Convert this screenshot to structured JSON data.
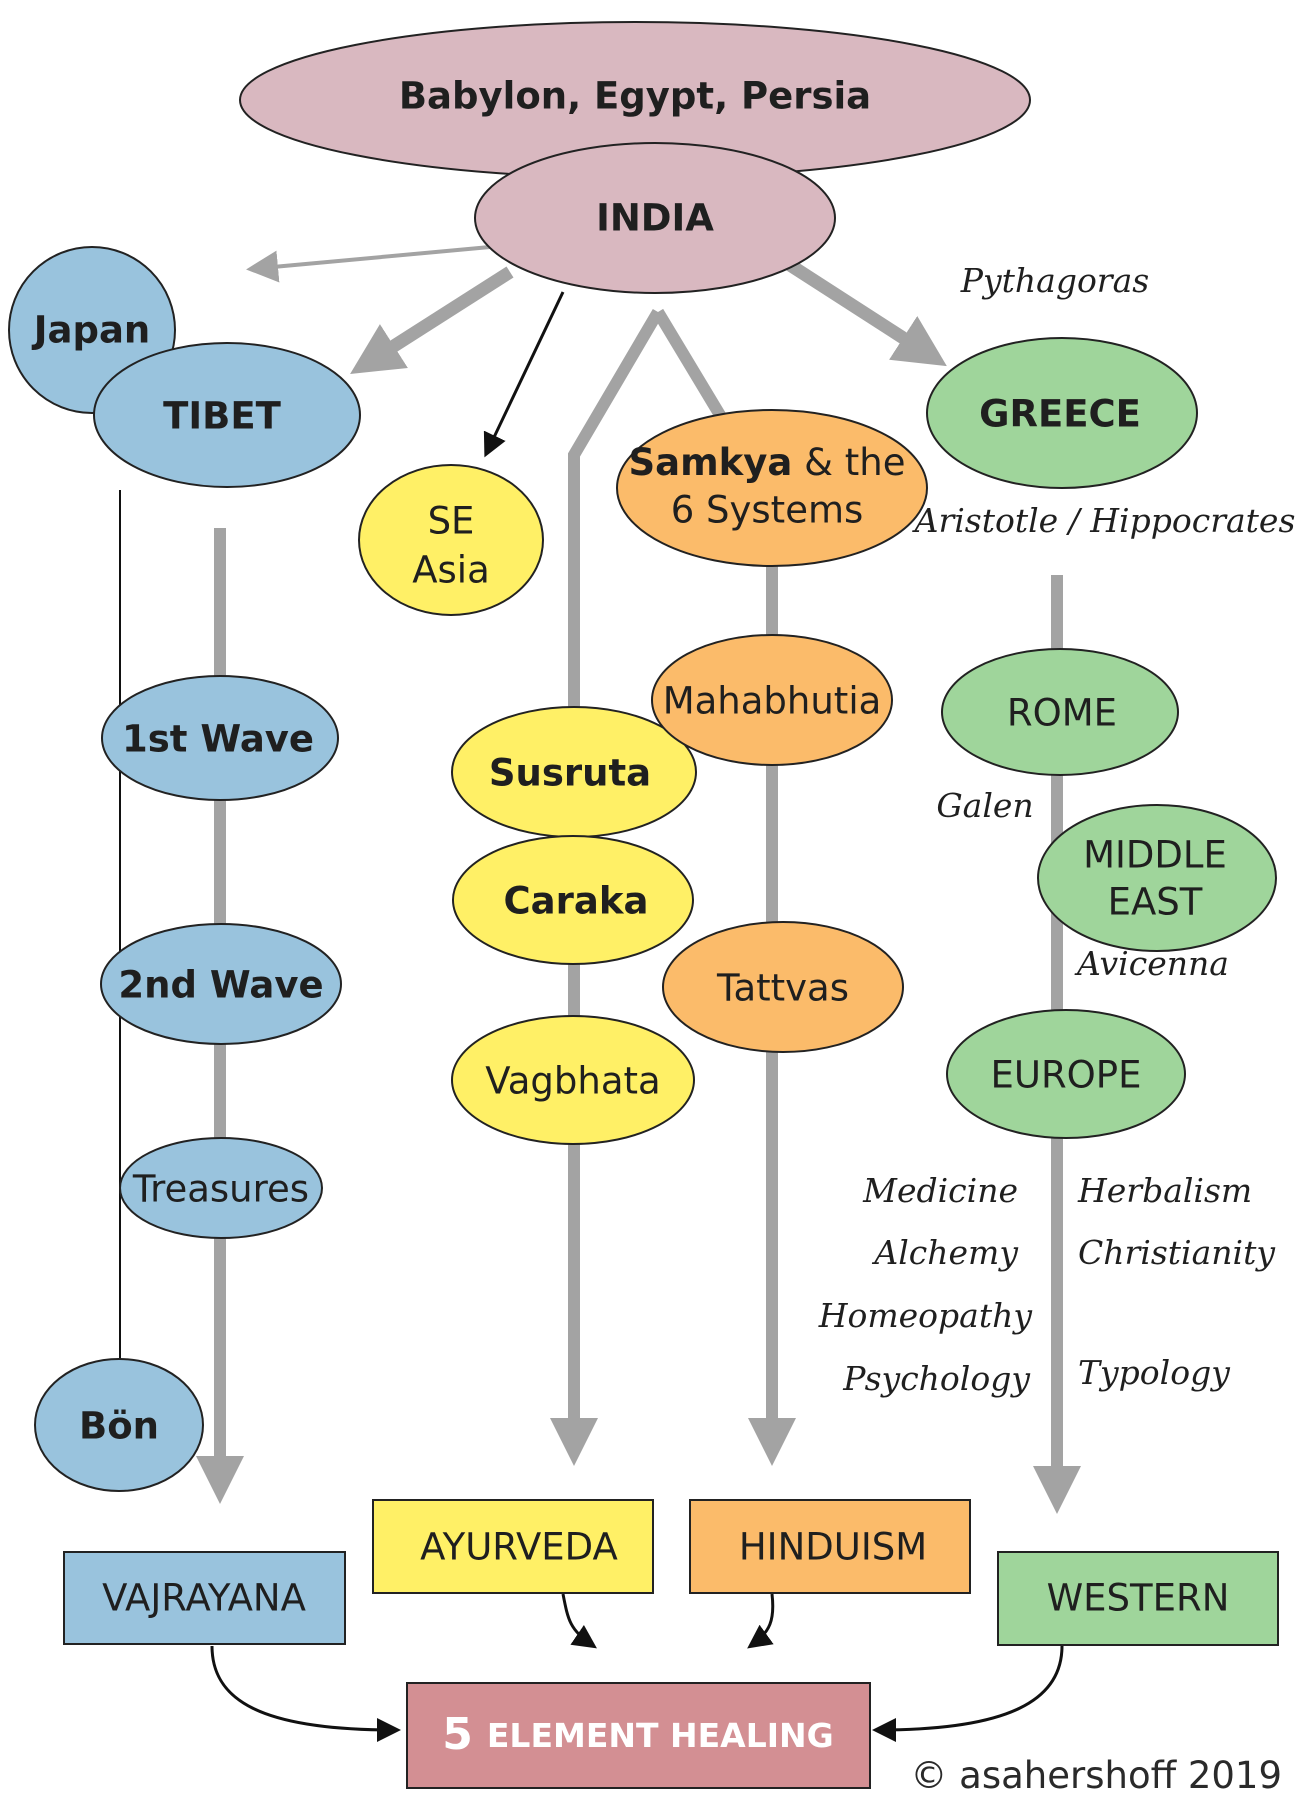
{
  "colors": {
    "pink": "#d9b8c0",
    "blue": "#99c3dd",
    "yellow": "#fff066",
    "orange": "#fbbb6a",
    "green": "#9fd59b",
    "rose_box": "#d38f93",
    "gray_arrow": "#a3a3a3",
    "outline": "#222222"
  },
  "nodes": {
    "babylon": "Babylon, Egypt, Persia",
    "india": "INDIA",
    "japan": "Japan",
    "tibet": "TIBET",
    "se_asia": [
      "SE",
      "Asia"
    ],
    "samkya_bold": "Samkya",
    "samkya_rest": " & the",
    "samkya_line2": "6 Systems",
    "greece": "GREECE",
    "first_wave": "1st Wave",
    "second_wave": "2nd Wave",
    "treasures": "Treasures",
    "bon": "Bön",
    "susruta": "Susruta",
    "caraka": "Caraka",
    "vagbhata": "Vagbhata",
    "mahabhutia": "Mahabhutia",
    "tattvas": "Tattvas",
    "rome": "ROME",
    "middle_east": [
      "MIDDLE",
      "EAST"
    ],
    "europe": "EUROPE"
  },
  "annotations": {
    "pythagoras": "Pythagoras",
    "aristotle": "Aristotle / Hippocrates",
    "galen": "Galen",
    "avicenna": "Avicenna",
    "medicine": "Medicine",
    "alchemy": "Alchemy",
    "homeopathy": "Homeopathy",
    "psychology": "Psychology",
    "herbalism": "Herbalism",
    "christianity": "Christianity",
    "typology": "Typology"
  },
  "boxes": {
    "vajrayana": "VAJRAYANA",
    "ayurveda": "AYURVEDA",
    "hinduism": "HINDUISM",
    "western": "WESTERN",
    "five": "5",
    "element_healing": "ELEMENT HEALING"
  },
  "copyright": "© asahershoff 2019"
}
